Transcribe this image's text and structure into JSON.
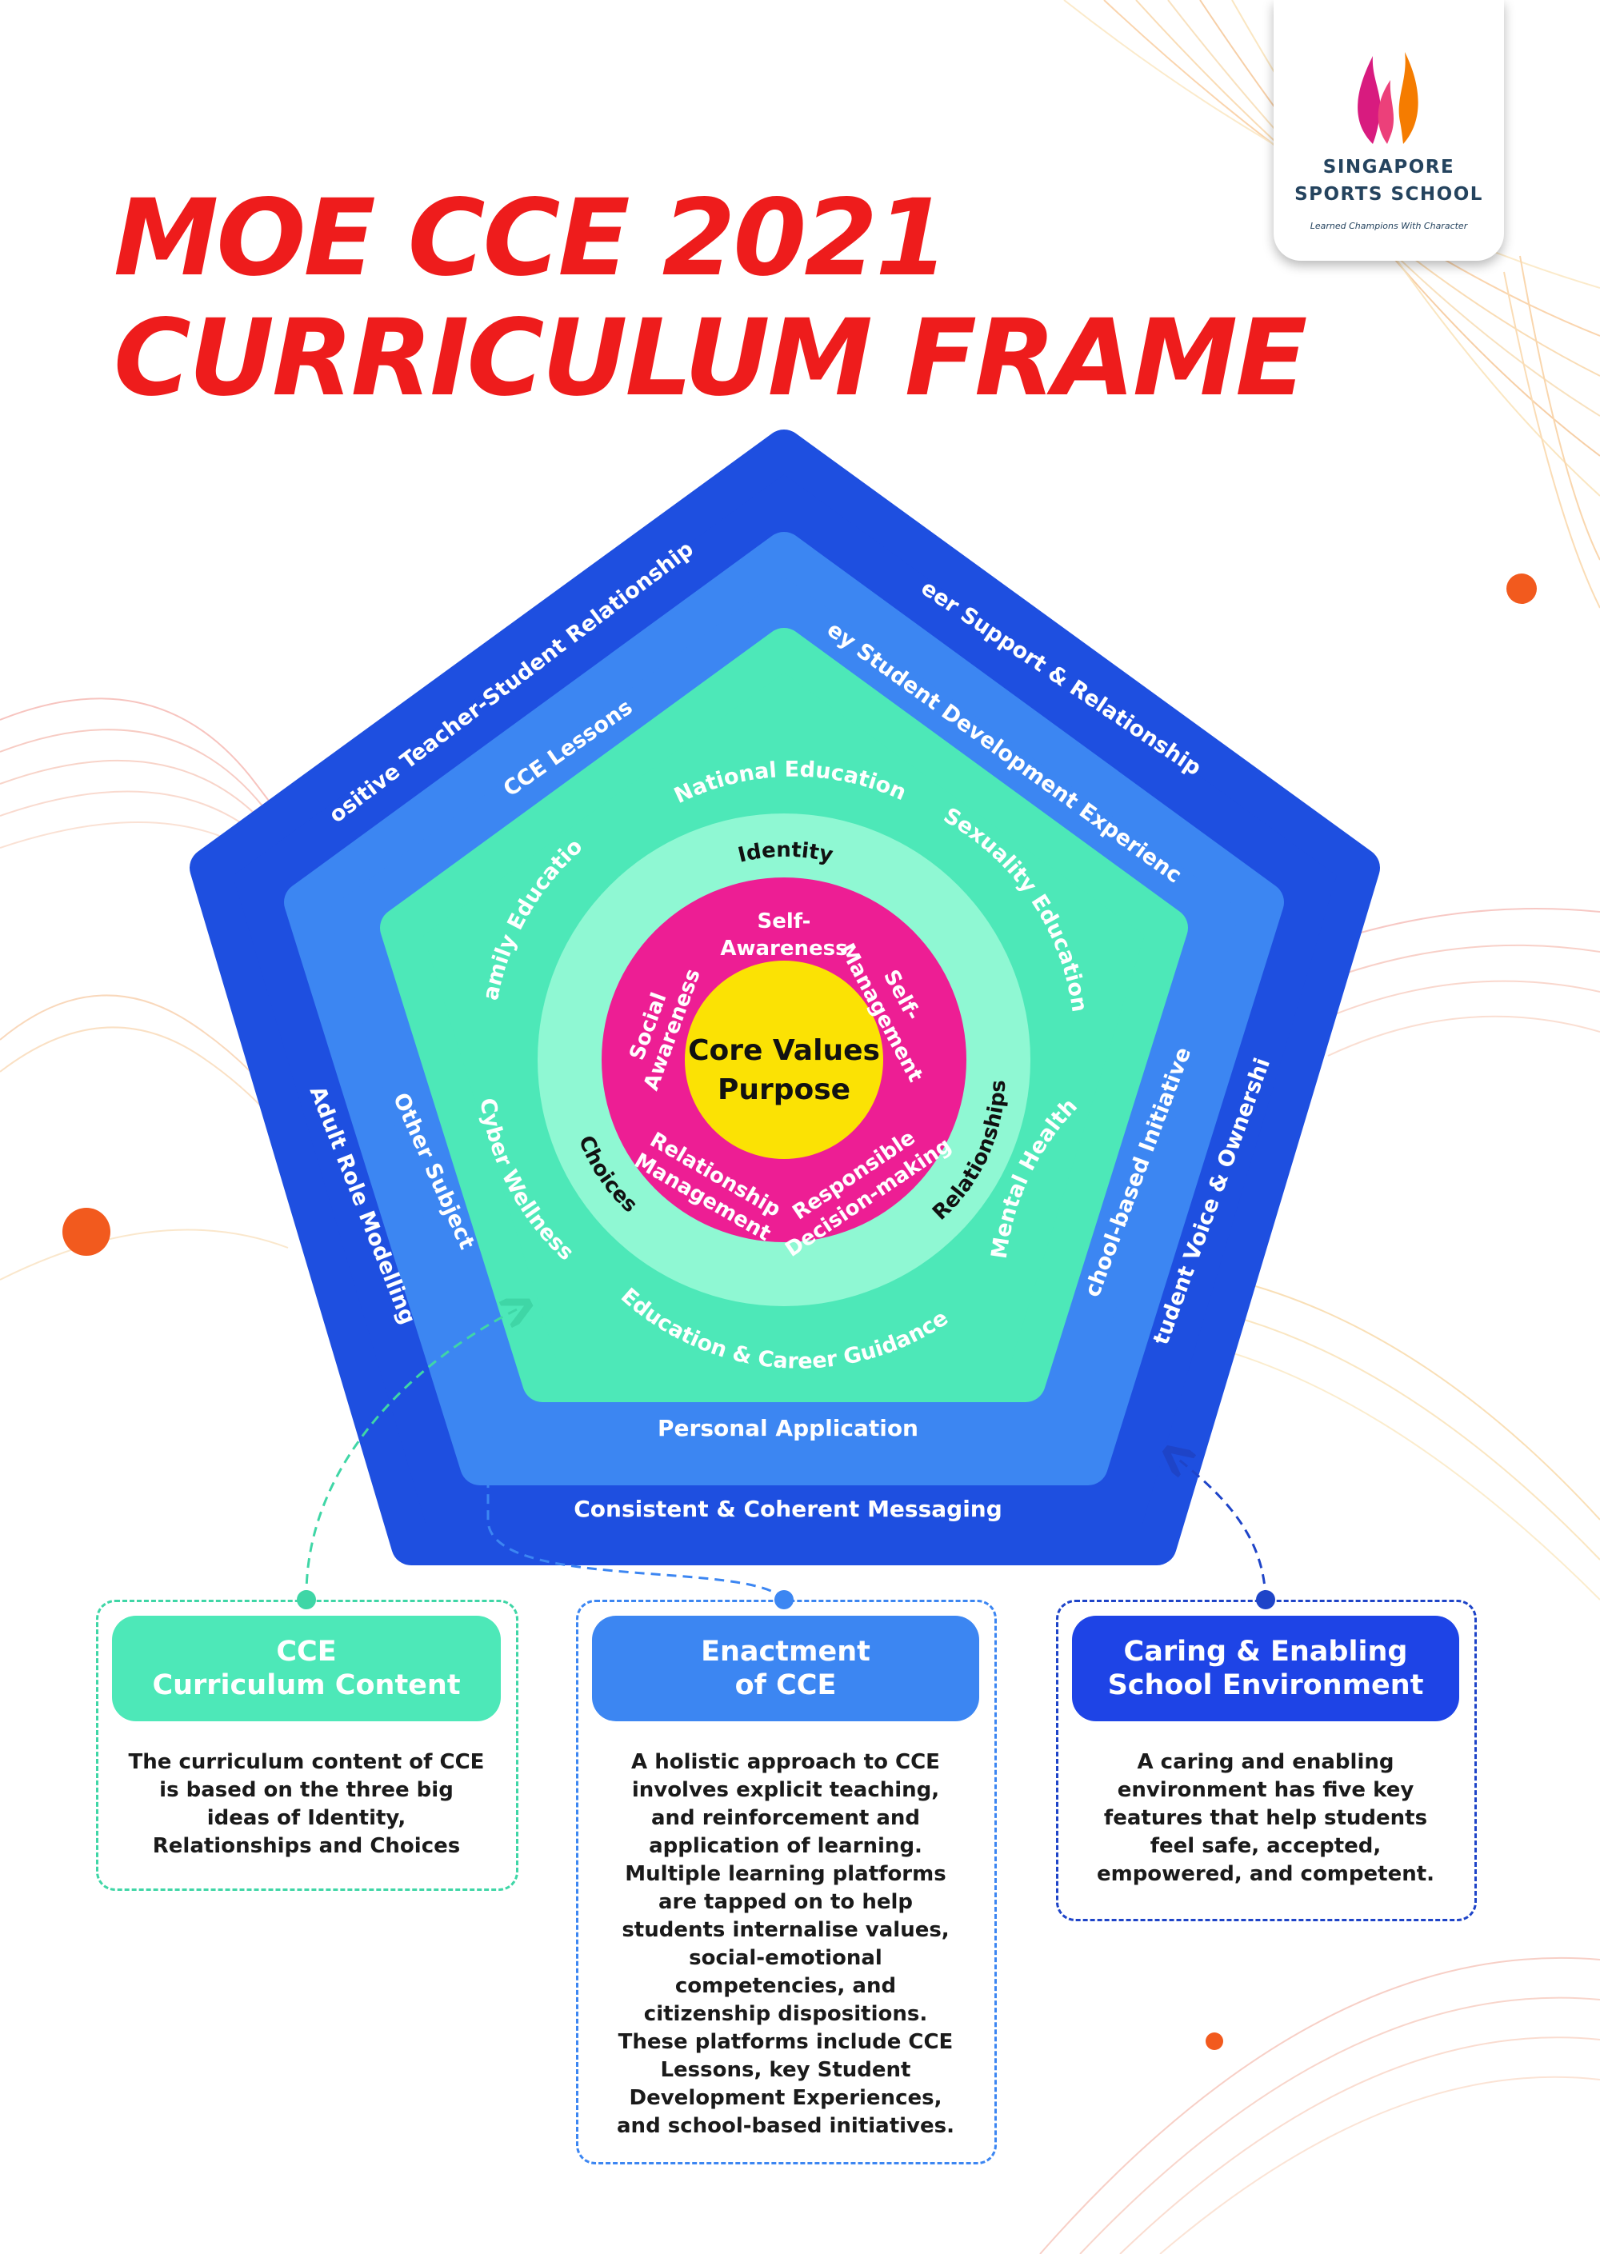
{
  "title": {
    "line1": "MOE CCE 2021",
    "line2": "CURRICULUM FRAME"
  },
  "logo": {
    "line1": "SINGAPORE",
    "line2": "SPORTS SCHOOL",
    "tagline": "Learned Champions With Character"
  },
  "colors": {
    "title_red": "#ee1c1c",
    "ring_dark_blue": "#1e4fe0",
    "ring_blue": "#3c86f2",
    "ring_teal": "#4de8b8",
    "ring_mint": "#8ff8d3",
    "ring_magenta": "#ed1e94",
    "core_yellow": "#fbe204"
  },
  "diagram": {
    "core": {
      "line1": "Core Values",
      "line2": "Purpose"
    },
    "competencies": {
      "self_awareness": {
        "line1": "Self-",
        "line2": "Awareness"
      },
      "self_management": {
        "line1": "Self-",
        "line2": "Management"
      },
      "responsible_decision": {
        "line1": "Responsible",
        "line2": "Decision-making"
      },
      "relationship_management": {
        "line1": "Relationship",
        "line2": "Management"
      },
      "social_awareness": {
        "line1": "Social",
        "line2": "Awareness"
      }
    },
    "big_ideas": {
      "identity": "Identity",
      "relationships": "Relationships",
      "choices": "Choices"
    },
    "content": {
      "national_education": "National Education",
      "sexuality_education": "Sexuality Education",
      "mental_health": "Mental Health",
      "education_career": "Education & Career Guidance",
      "cyber_wellness": "Cyber Wellness",
      "family_education": "Family Education"
    },
    "enactment": {
      "cce_lessons": "CCE Lessons",
      "key_student_dev": "Key Student Development Experiences",
      "school_based": "School-based Initiatives",
      "personal_application": "Personal Application",
      "other_subjects": "Other Subjects"
    },
    "environment": {
      "teacher_student": "Positive Teacher-Student Relationships",
      "peer_support": "Peer Support & Relationships",
      "student_voice": "Student Voice & Ownership",
      "consistent_messaging": "Consistent & Coherent Messaging",
      "adult_role": "Adult Role Modelling"
    }
  },
  "panels": {
    "content": {
      "title1": "CCE",
      "title2": "Curriculum Content",
      "lines": [
        "The curriculum content of CCE",
        "is based on the three big",
        "ideas of Identity,",
        "Relationships and Choices"
      ]
    },
    "enactment": {
      "title1": "Enactment",
      "title2": "of CCE",
      "lines": [
        "A holistic approach to CCE",
        "involves explicit teaching,",
        "and reinforcement and",
        "application of learning.",
        "Multiple learning platforms",
        "are tapped on to help",
        "students internalise values,",
        "social-emotional",
        "competencies, and",
        "citizenship dispositions.",
        "These platforms include CCE",
        "Lessons, key Student",
        "Development Experiences,",
        "and school-based initiatives."
      ]
    },
    "environment": {
      "title1": "Caring & Enabling",
      "title2": "School Environment",
      "lines": [
        "A caring and enabling",
        "environment has five key",
        "features that help students",
        "feel safe, accepted,",
        "empowered, and competent."
      ]
    }
  }
}
